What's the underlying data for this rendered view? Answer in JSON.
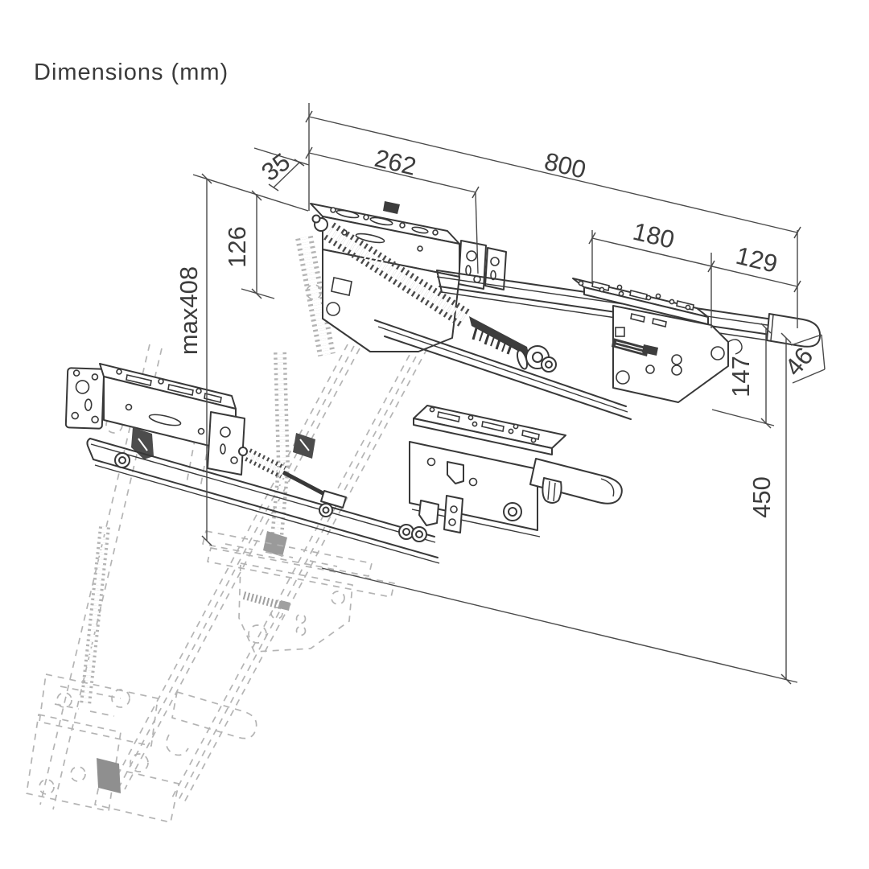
{
  "title": "Dimensions (mm)",
  "dimensions": {
    "wall_offset": "35",
    "housing_length": "262",
    "total_length": "800",
    "housing_height": "126",
    "max_drop_height": "max408",
    "bracket_span": "180",
    "end_offset": "129",
    "carriage_height": "147",
    "rail_depth": "46",
    "lowered_depth": "450"
  },
  "colors": {
    "line": "#383838",
    "dimension": "#4a4a4a",
    "ghost": "#b4b4b4",
    "background": "#ffffff"
  }
}
